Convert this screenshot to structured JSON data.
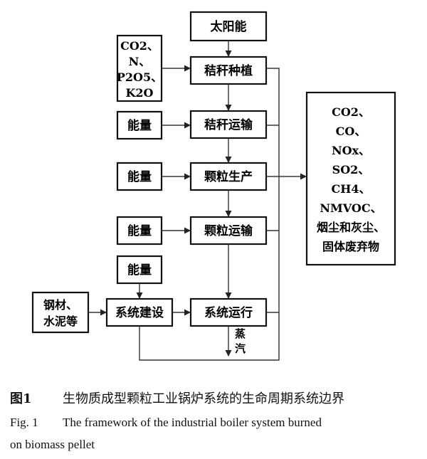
{
  "nodes": {
    "solar": "太阳能",
    "planting": "秸秆种植",
    "straw_transport": "秸秆运输",
    "pellet_production": "颗粒生产",
    "pellet_transport": "颗粒运输",
    "construction": "系统建设",
    "operation": "系统运行"
  },
  "inputs": {
    "nutrients": [
      "CO2、",
      "N、",
      "P2O5、",
      "K2O"
    ],
    "energy": "能量",
    "materials": [
      "钢材、",
      "水泥等"
    ]
  },
  "outputs": {
    "emissions": [
      "CO2、",
      "CO、",
      "NOx、",
      "SO2、",
      "CH4、",
      "NMVOC、",
      "烟尘和灰尘、",
      "固体废弃物"
    ],
    "steam": [
      "蒸",
      "汽"
    ]
  },
  "caption": {
    "label_cn": "图1",
    "text_cn": "生物质成型颗粒工业锅炉系统的生命周期系统边界",
    "label_en": "Fig. 1",
    "text_en_line1": "The framework of the industrial boiler system burned",
    "text_en_line2": "on biomass pellet"
  }
}
